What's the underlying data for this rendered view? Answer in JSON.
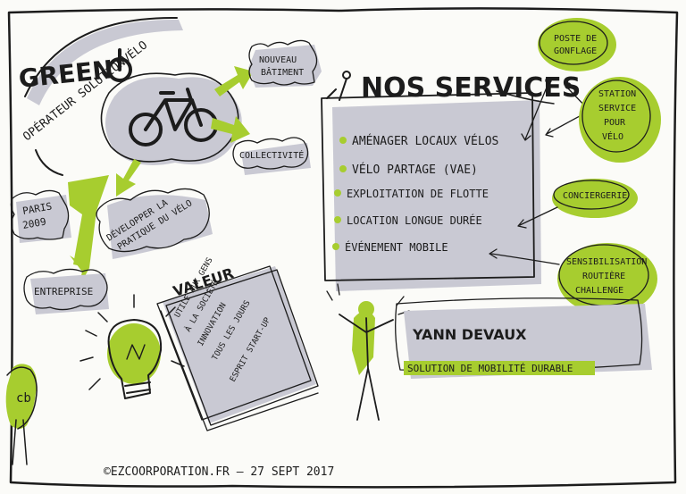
{
  "brand": {
    "name_part": "GREEN",
    "name_letter": "ON",
    "tagline": "OPÉRATEUR SOLUTIONVÉLO"
  },
  "clouds": {
    "nouveau_batiment": [
      "NOUVEAU",
      "BÂTIMENT"
    ],
    "collectivite": "COLLECTIVITÉ",
    "paris": [
      "PARIS",
      "2009"
    ],
    "developper": [
      "DÉVELOPPER LA",
      "PRATIQUE DU VÉLO"
    ],
    "entreprise": "ENTREPRISE"
  },
  "services": {
    "title": "NOS SERVICES",
    "items": [
      "AMÉNAGER LOCAUX VÉLOS",
      "VÉLO PARTAGE (VAE)",
      "EXPLOITATION DE FLOTTE",
      "LOCATION LONGUE DURÉE",
      "ÉVÉNEMENT MOBILE"
    ]
  },
  "side_notes": {
    "poste": [
      "POSTE DE",
      "GONFLAGE"
    ],
    "station": [
      "STATION",
      "SERVICE",
      "POUR",
      "VÉLO"
    ],
    "conciergerie": "CONCIERGERIE",
    "sensibilisation": [
      "SENSIBILISATION",
      "ROUTIÈRE",
      "CHALLENGE"
    ]
  },
  "valeur": {
    "title": "VALEUR",
    "lines": [
      "UTILE AUX GENS",
      "À LA SOCIÉTÉ",
      "INNOVATION",
      "TOUS LES JOURS",
      "ESPRIT START-UP"
    ]
  },
  "person": {
    "name": "YANN DEVAUX",
    "role": "SOLUTION DE MOBILITÉ DURABLE"
  },
  "signature": "cb",
  "footer": "©EZCOORPORATION.FR — 27 SEPT 2017",
  "colors": {
    "accent_green": "#a7cd2f",
    "shadow_grey": "#c9c9d3",
    "ink": "#1c1c1c"
  }
}
